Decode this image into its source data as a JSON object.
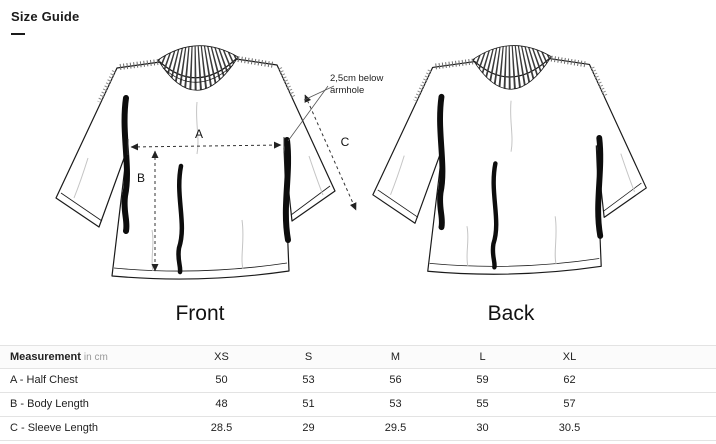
{
  "page": {
    "title": "Size Guide"
  },
  "diagram": {
    "front_label": "Front",
    "back_label": "Back",
    "armhole_note_line1": "2,5cm below",
    "armhole_note_line2": "armhole",
    "measure_a": "A",
    "measure_b": "B",
    "measure_c": "C"
  },
  "table": {
    "measurement_header": "Measurement",
    "unit_header": "in cm",
    "size_headers": [
      "XS",
      "S",
      "M",
      "L",
      "XL"
    ],
    "rows": [
      {
        "label": "A - Half Chest",
        "values": [
          "50",
          "53",
          "56",
          "59",
          "62"
        ]
      },
      {
        "label": "B - Body Length",
        "values": [
          "48",
          "51",
          "53",
          "55",
          "57"
        ]
      },
      {
        "label": "C - Sleeve Length",
        "values": [
          "28.5",
          "29",
          "29.5",
          "30",
          "30.5"
        ]
      }
    ]
  }
}
